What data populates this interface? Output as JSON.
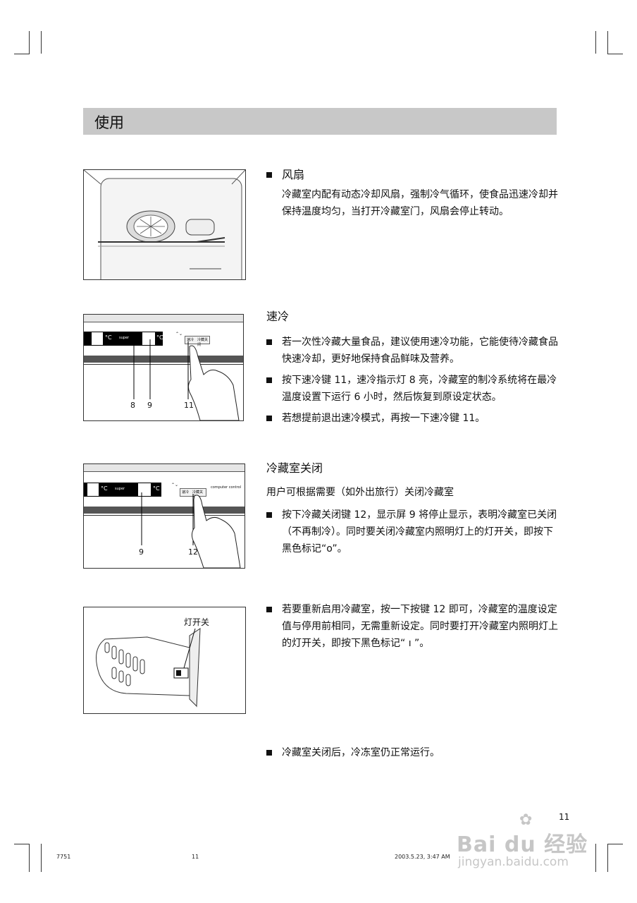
{
  "header": {
    "title": "使用"
  },
  "fan": {
    "heading": "风扇",
    "body": "冷藏室内配有动态冷却风扇，强制冷气循环，使食品迅速冷却并保持温度均匀，当打开冷藏室门，风扇会停止转动。"
  },
  "quick_cool": {
    "heading": "速冷",
    "bullets": [
      "若一次性冷藏大量食品，建议使用速冷功能，它能使待冷藏食品快速冷却，更好地保持食品鲜味及营养。",
      "按下速冷键 11，速冷指示灯 8 亮，冷藏室的制冷系统将在最冷温度设置下运行 6 小时，然后恢复到原设定状态。",
      "若想提前退出速冷模式，再按一下速冷键 11。"
    ],
    "figure": {
      "unit_left": "°C",
      "unit_right": "°C",
      "super_label": "super",
      "key_label_1": "速冷",
      "key_label_2": "冷藏关闭",
      "callouts": [
        "8",
        "9",
        "11"
      ]
    }
  },
  "fridge_off": {
    "heading": "冷藏室关闭",
    "subheading": "用户可根据需要（如外出旅行）关闭冷藏室",
    "bullets": [
      "按下冷藏关闭键 12，显示屏 9 将停止显示，表明冷藏室已关闭（不再制冷）。同时要关闭冷藏室内照明灯上的灯开关，即按下黑色标记“o”。"
    ],
    "figure": {
      "unit_left": "°C",
      "unit_right": "°C",
      "super_label": "super",
      "key_label_1": "速冷",
      "key_label_2": "冷藏关闭",
      "control_text": "computer control",
      "callouts": [
        "9",
        "12"
      ]
    }
  },
  "restart": {
    "bullets": [
      "若要重新启用冷藏室，按一下按键 12 即可，冷藏室的温度设定值与停用前相同，无需重新设定。同时要打开冷藏室内照明灯上的灯开关，即按下黑色标记“ ı ”。"
    ],
    "figure": {
      "label": "灯开关"
    }
  },
  "note": {
    "bullets": [
      "冷藏室关闭后，冷冻室仍正常运行。"
    ]
  },
  "page_number": "11",
  "footer": {
    "left": "7751",
    "center": "11",
    "right": "2003.5.23, 3:47 AM"
  },
  "watermark": {
    "brand": "Bai du 经验",
    "url": "jingyan.baidu.com"
  }
}
